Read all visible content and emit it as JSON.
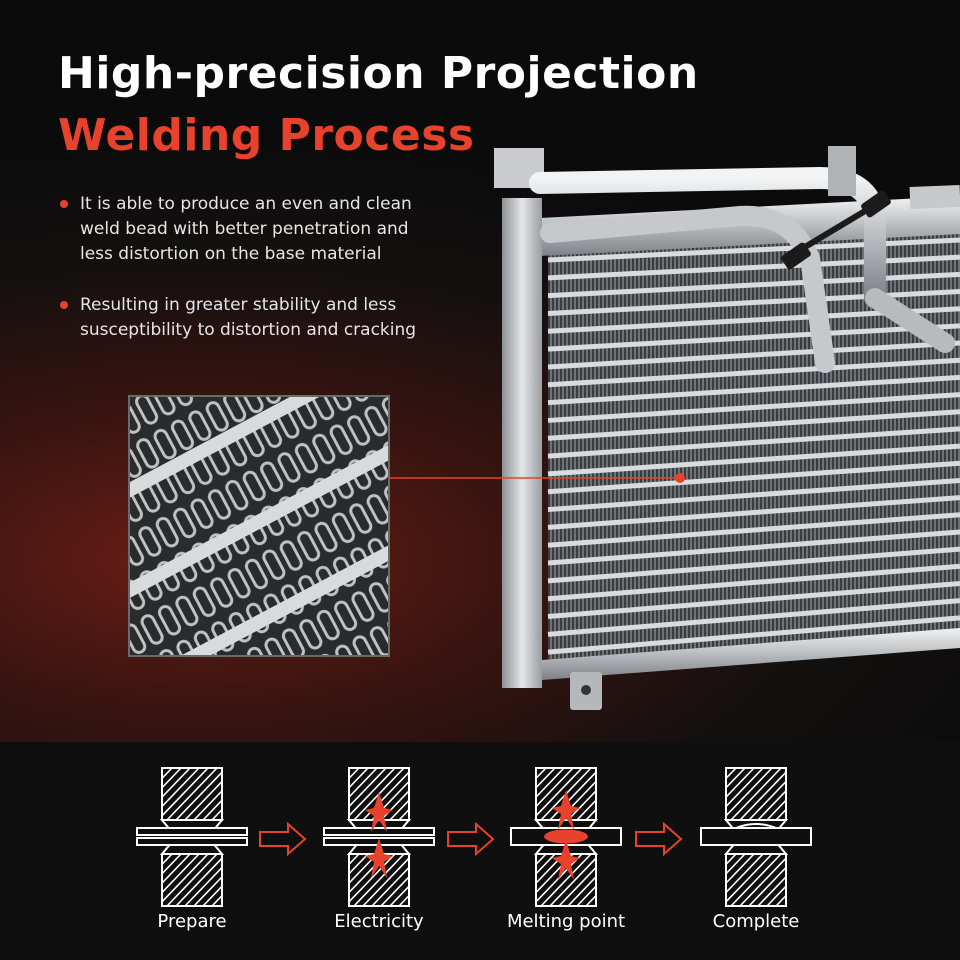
{
  "header": {
    "title_line1": "High-precision Projection",
    "title_line2": "Welding Process"
  },
  "bullets": [
    "It is able to produce an even and clean weld bead with better penetration and less distortion on the base material",
    "Resulting in greater stability and less susceptibility to distortion and cracking"
  ],
  "process": {
    "steps": [
      {
        "label": "Prepare"
      },
      {
        "label": "Electricity"
      },
      {
        "label": "Melting point"
      },
      {
        "label": "Complete"
      }
    ]
  },
  "colors": {
    "accent": "#e8412c",
    "text": "#ffffff"
  }
}
